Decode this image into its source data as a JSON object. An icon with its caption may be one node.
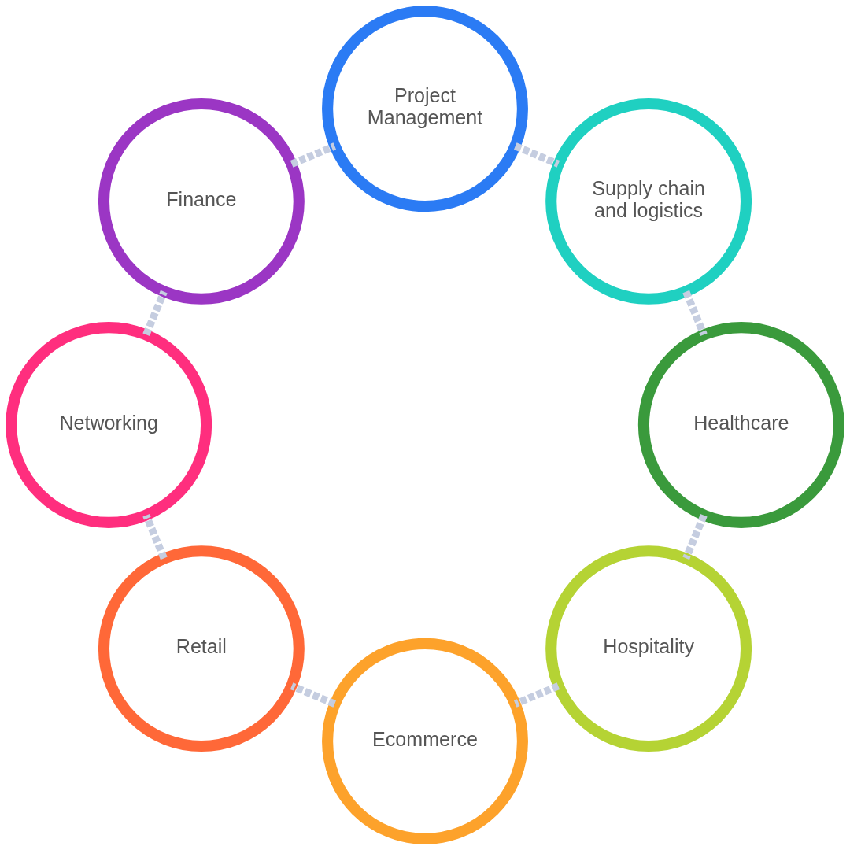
{
  "diagram": {
    "nodes": [
      {
        "text": [
          "Hospitality"
        ]
      },
      {
        "text": [
          "Healthcare"
        ]
      },
      {
        "text": [
          "Ecommerce"
        ]
      },
      {
        "text": [
          "Supply chain and logistics"
        ]
      },
      {
        "text": [
          "Retail"
        ]
      },
      {
        "text": [
          "Project Management"
        ]
      },
      {
        "text": [
          "Networking"
        ]
      },
      {
        "text": [
          "Finance"
        ]
      }
    ],
    "edges": [
      {
        "from": 0,
        "to": 2,
        "arrow": "none",
        "style": "dashed"
      },
      {
        "from": 2,
        "to": 4,
        "arrow": "none",
        "style": "dashed"
      },
      {
        "from": 4,
        "to": 6,
        "arrow": "none",
        "style": "dashed"
      },
      {
        "from": 6,
        "to": 7,
        "arrow": "none",
        "style": "dashed"
      },
      {
        "from": 7,
        "to": 5,
        "arrow": "none",
        "style": "dashed"
      },
      {
        "from": 5,
        "to": 3,
        "arrow": "none",
        "style": "dashed"
      },
      {
        "from": 3,
        "to": 1,
        "arrow": "none",
        "style": "dashed"
      },
      {
        "from": 1,
        "to": 0,
        "arrow": "none",
        "style": "dashed"
      }
    ]
  }
}
